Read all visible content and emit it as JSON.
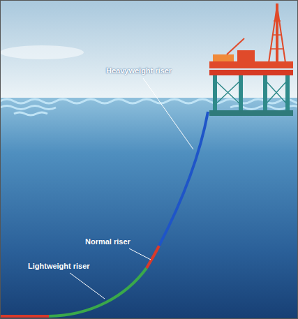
{
  "diagram": {
    "labels": [
      "Heavyweight riser",
      "Normal riser",
      "Lightweight riser"
    ]
  }
}
